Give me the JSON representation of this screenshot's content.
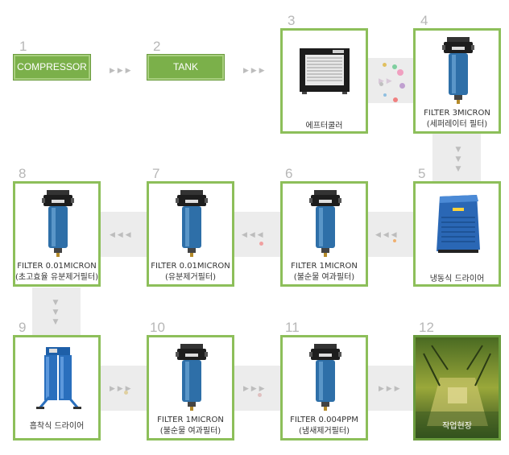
{
  "steps": [
    {
      "num": "1",
      "label": "COMPRESSOR"
    },
    {
      "num": "2",
      "label": "TANK"
    },
    {
      "num": "3",
      "label1": "에프터쿨러",
      "label2": "",
      "icon": "aftercooler-icon"
    },
    {
      "num": "4",
      "label1": "FILTER 3MICRON",
      "label2": "(세퍼레이터 필터)",
      "icon": "filter-icon"
    },
    {
      "num": "5",
      "label1": "냉동식 드라이어",
      "label2": "",
      "icon": "refrigerated-dryer-icon"
    },
    {
      "num": "6",
      "label1": "FILTER 1MICRON",
      "label2": "(불순물 여과필터)",
      "icon": "filter-icon"
    },
    {
      "num": "7",
      "label1": "FILTER 0.01MICRON",
      "label2": "(유분제거필터)",
      "icon": "filter-icon"
    },
    {
      "num": "8",
      "label1": "FILTER 0.01MICRON",
      "label2": "(초고효율 유분제거필터)",
      "icon": "filter-icon"
    },
    {
      "num": "9",
      "label1": "흡착식 드라이어",
      "label2": "",
      "icon": "desiccant-dryer-icon"
    },
    {
      "num": "10",
      "label1": "FILTER 1MICRON",
      "label2": "(불순물 여과필터)",
      "icon": "filter-icon"
    },
    {
      "num": "11",
      "label1": "FILTER 0.004PPM",
      "label2": "(냄새제거필터)",
      "icon": "filter-icon"
    },
    {
      "num": "12",
      "label1": "작업현장",
      "label2": "",
      "icon": "factory-photo-icon"
    }
  ],
  "colors": {
    "border": "#8dbf5a",
    "pill": "#7bb04a",
    "filter_blue": "#2e6fa8",
    "number": "#b7b7b7"
  }
}
